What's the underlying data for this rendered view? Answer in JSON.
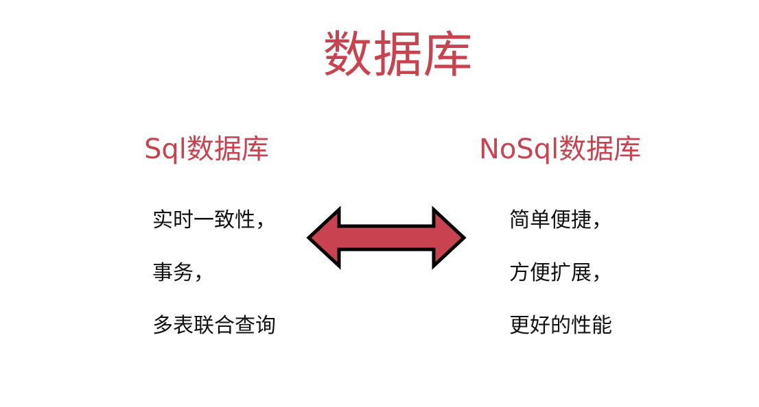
{
  "slide": {
    "title": "数据库",
    "left": {
      "heading": "Sql数据库",
      "points": [
        "实时一致性，",
        "事务，",
        "多表联合查询"
      ]
    },
    "right": {
      "heading": "NoSql数据库",
      "points": [
        "简单便捷，",
        "方便扩展，",
        "更好的性能"
      ]
    }
  },
  "colors": {
    "accent": "#c9434f",
    "arrow_fill": "#c8434f",
    "arrow_stroke": "#000000",
    "body_text": "#111111"
  },
  "icons": {
    "center": "double-arrow-icon"
  }
}
